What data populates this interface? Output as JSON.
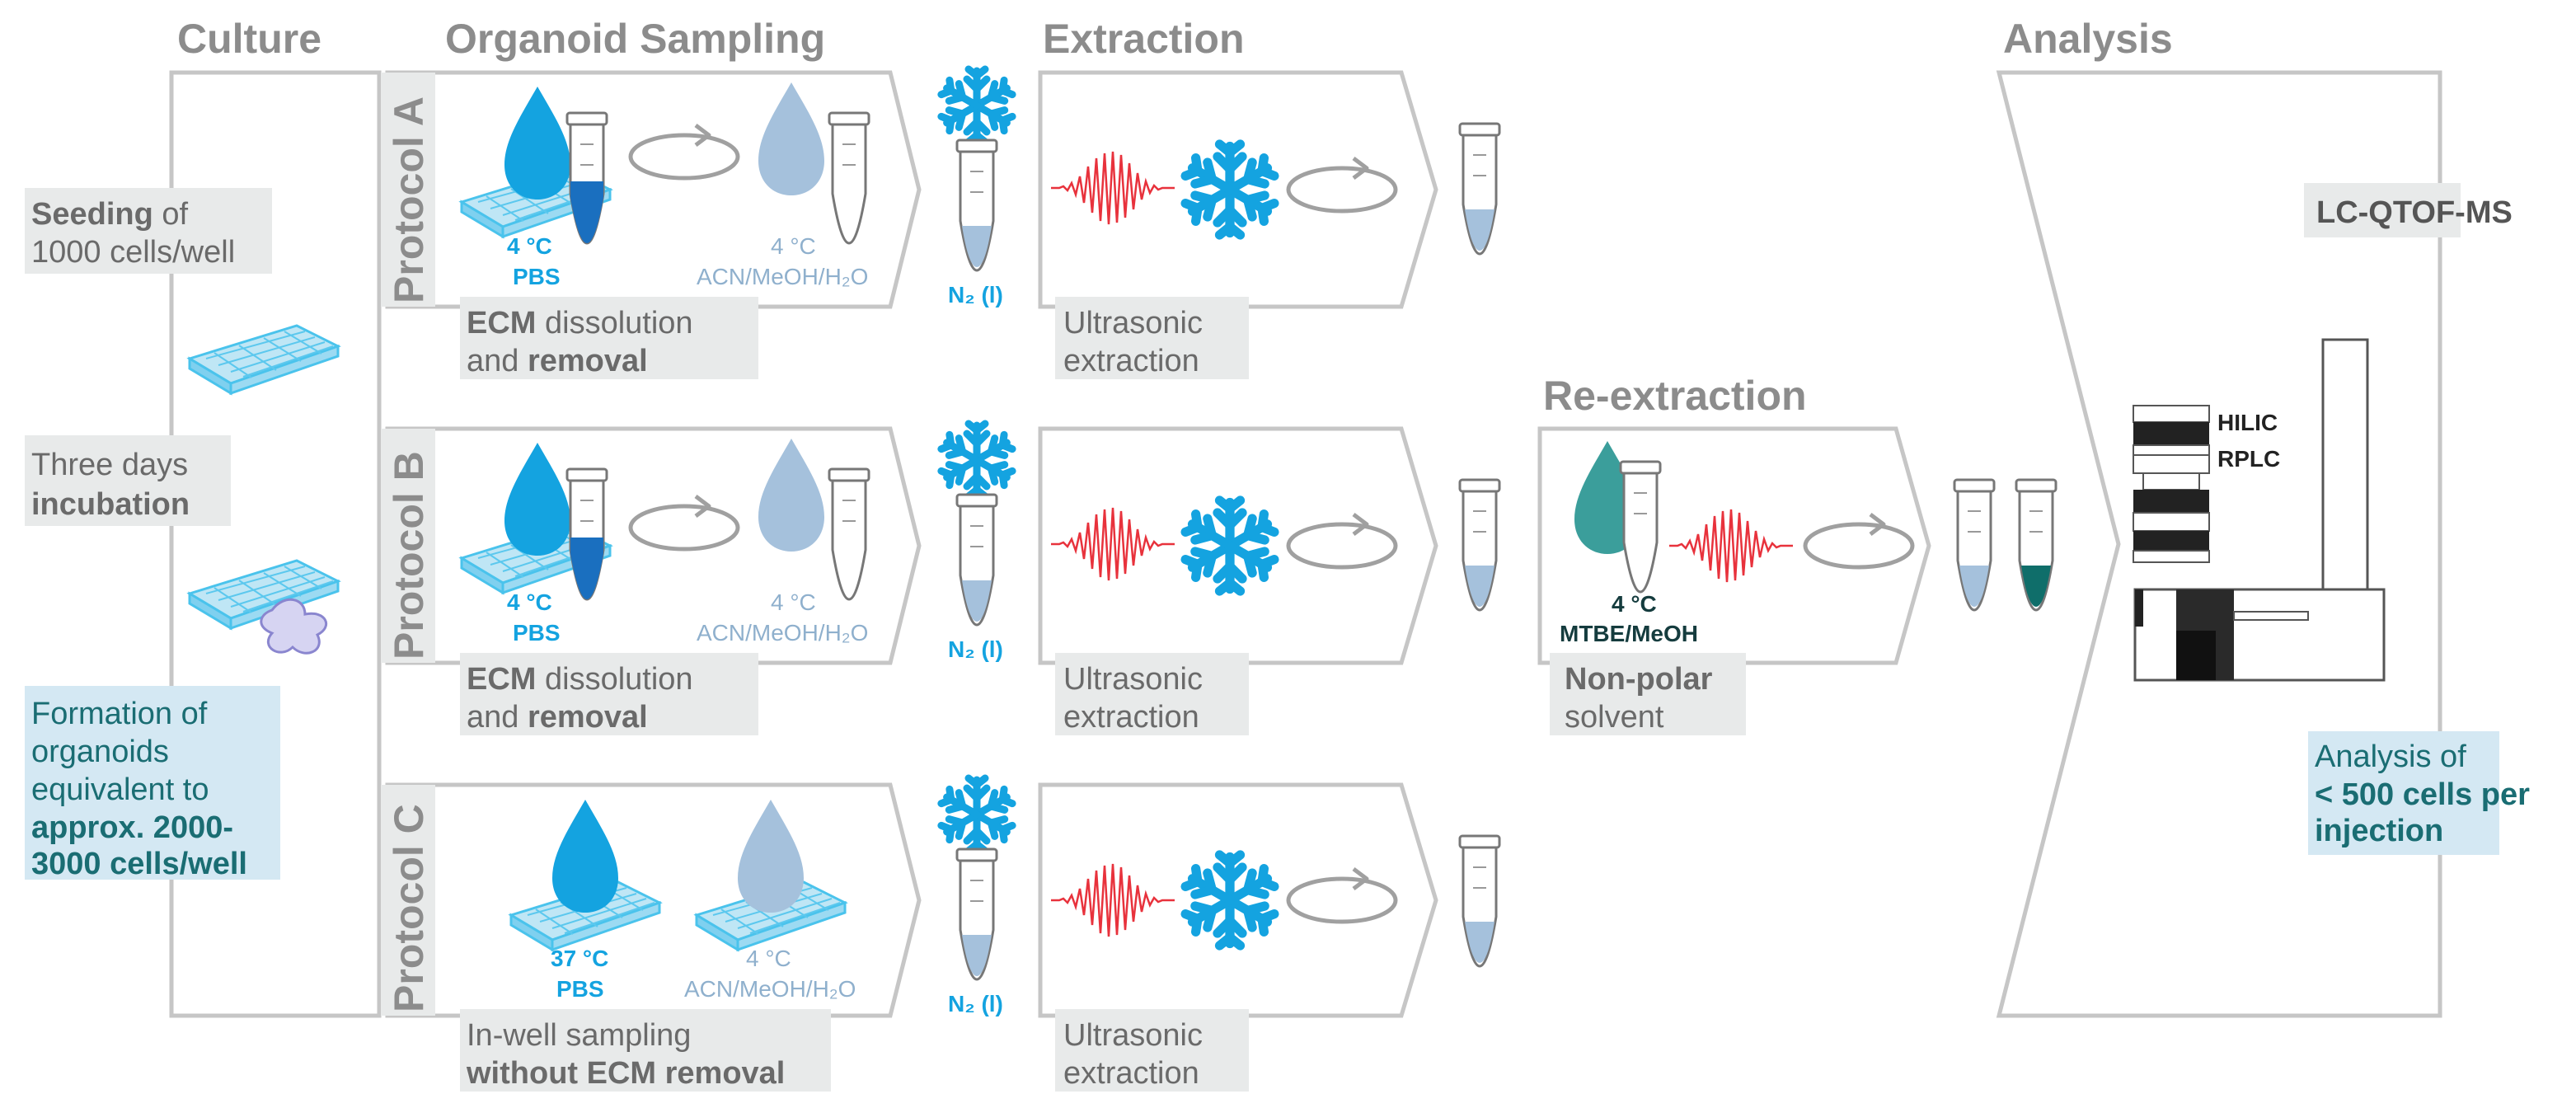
{
  "headers": {
    "culture": "Culture",
    "sampling": "Organoid Sampling",
    "extraction": "Extraction",
    "reextraction": "Re-extraction",
    "analysis": "Analysis"
  },
  "culture": {
    "seeding_bold": "Seeding",
    "seeding_rest": " of",
    "seeding_line2": "1000 cells/well",
    "incubation_line1": "Three days",
    "incubation_bold": "incubation",
    "formation_line1": "Formation of",
    "formation_line2": "organoids",
    "formation_line3": "equivalent to",
    "formation_bold1": "approx. 2000-",
    "formation_bold2": "3000 cells/well"
  },
  "protocols": {
    "a_label": "Protocol A",
    "b_label": "Protocol B",
    "c_label": "Protocol C",
    "temp_4c": "4 °C",
    "temp_37c": "37 °C",
    "pbs": "PBS",
    "solvent": "ACN/MeOH/H₂O",
    "n2": "N₂ (l)",
    "ecm_bold": "ECM",
    "ecm_rest": " dissolution",
    "and": "and ",
    "removal_bold": "removal",
    "inwell_line1": "In-well sampling",
    "inwell_bold": "without ECM removal"
  },
  "extraction": {
    "line1": "Ultrasonic",
    "line2": "extraction"
  },
  "reextraction": {
    "temp": "4 °C",
    "solvent": "MTBE/MeOH",
    "nonpolar_bold": "Non-polar",
    "solvent_word": "solvent"
  },
  "analysis": {
    "instrument": "LC-QTOF-MS",
    "hilic": "HILIC",
    "rplc": "RPLC",
    "line1": "Analysis of",
    "bold1": "< 500 cells per",
    "bold2": "injection"
  },
  "colors": {
    "frame": "#c6c6c6",
    "header_gray": "#8c8c8c",
    "label_bg": "#e8eaea",
    "teal_bg": "#d4e8f3",
    "cyan": "#14a3e0",
    "pale_blue": "#a5c1dc",
    "teal_drop": "#3b9e9b",
    "wave_red": "#e8323c"
  },
  "icons": [
    "water-drop-icon",
    "well-plate-icon",
    "tube-icon",
    "snowflake-icon",
    "rotate-icon",
    "ultrasound-wave-icon",
    "lc-ms-instrument-icon"
  ]
}
